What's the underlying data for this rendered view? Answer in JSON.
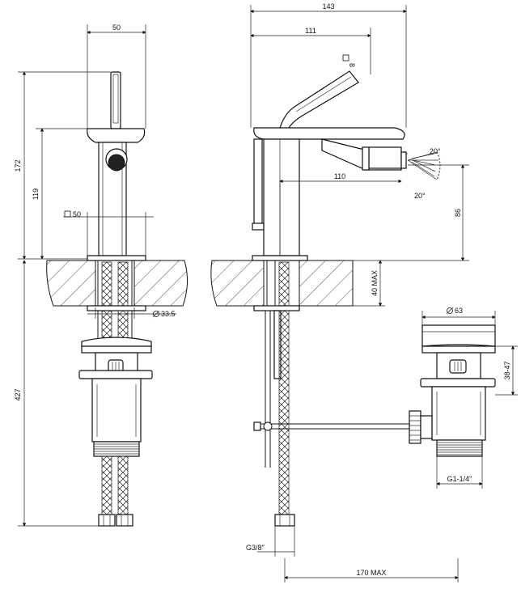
{
  "dimensions": {
    "front_width": "50",
    "total_height": "172",
    "spout_height": "119",
    "base_square": "50",
    "hole_diameter": "33.5",
    "under_height": "427",
    "side_width": "143",
    "side_width_inner": "111",
    "spout_reach": "110",
    "lever_square": "8",
    "angle_up": "20°",
    "angle_down": "20°",
    "outlet_height": "86",
    "counter_max": "40 MAX",
    "waste_diameter": "63",
    "waste_range": "38-47",
    "waste_thread": "G1-1/4\"",
    "inlet_thread": "G3/8\"",
    "waste_reach": "170 MAX"
  },
  "symbols": {
    "square_symbol": "square-icon",
    "diameter_symbol": "diameter-icon"
  }
}
